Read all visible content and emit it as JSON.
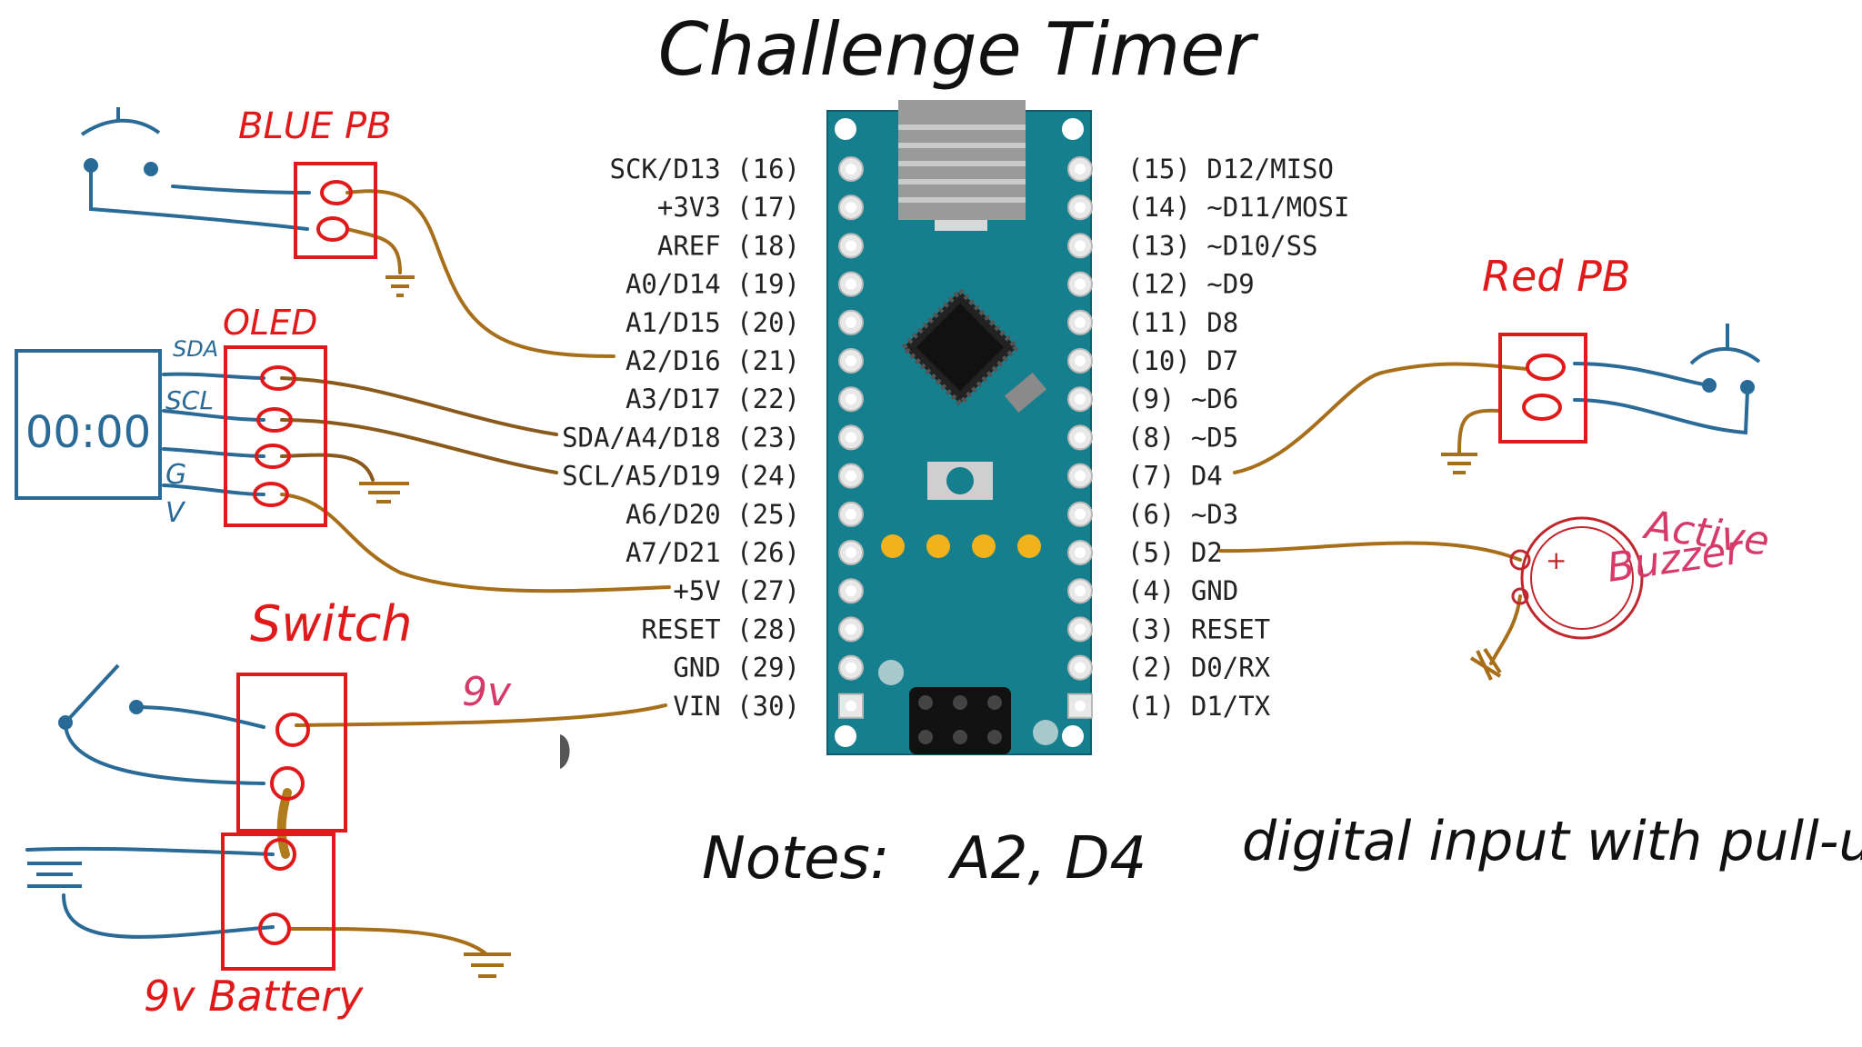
{
  "title": "Challenge Timer",
  "labels": {
    "blue_pb": "BLUE PB",
    "red_pb": "Red PB",
    "oled": "OLED",
    "oled_display": "00:00",
    "sda": "SDA",
    "scl": "SCL",
    "g": "G",
    "v": "V",
    "switch": "Switch",
    "nine_v": "9v",
    "battery": "9v Battery",
    "buzzer_line1": "Active",
    "buzzer_line2": "Buzzer",
    "buzzer_plus": "+"
  },
  "notes": {
    "prefix": "Notes:",
    "pins": "A2, D4",
    "text": "digital input with pull-up"
  },
  "left_pins": [
    "SCK/D13 (16)",
    "+3V3 (17)",
    "AREF (18)",
    "A0/D14 (19)",
    "A1/D15 (20)",
    "A2/D16 (21)",
    "A3/D17 (22)",
    "SDA/A4/D18 (23)",
    "SCL/A5/D19 (24)",
    "A6/D20 (25)",
    "A7/D21 (26)",
    "+5V (27)",
    "RESET (28)",
    "GND (29)",
    "VIN (30)"
  ],
  "right_pins": [
    "(15) D12/MISO",
    "(14) ~D11/MOSI",
    "(13) ~D10/SS",
    "(12) ~D9",
    "(11) D8",
    "(10) D7",
    "(9) ~D6",
    "(8) ~D5",
    "(7) D4",
    "(6) ~D3",
    "(5) D2",
    "(4) GND",
    "(3) RESET",
    "(2) D0/RX",
    "(1) D1/TX"
  ],
  "colors": {
    "board": "#167f8e",
    "wire_brown": "#a86f1a",
    "wire_blue": "#2a6a96",
    "red_ink": "#e01a1a",
    "pink_ink": "#d63a6a",
    "led": "#f2b21b"
  }
}
